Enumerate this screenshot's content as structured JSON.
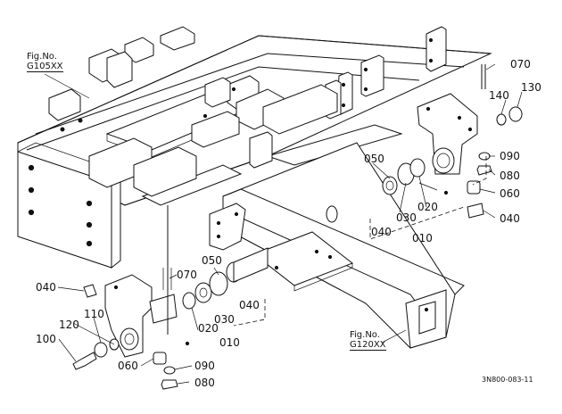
{
  "figure_refs": [
    {
      "fig": "Fig.No.",
      "code": "G105XX"
    },
    {
      "fig": "Fig.No.",
      "code": "G120XX"
    }
  ],
  "callouts_right": [
    "070",
    "140",
    "130",
    "090",
    "080",
    "060",
    "040",
    "050",
    "030",
    "020",
    "040",
    "010"
  ],
  "callouts_left": [
    "040",
    "070",
    "050",
    "120",
    "110",
    "100",
    "030",
    "040",
    "020",
    "010",
    "060",
    "090",
    "080"
  ],
  "drawing_code": "3N800-083-11"
}
